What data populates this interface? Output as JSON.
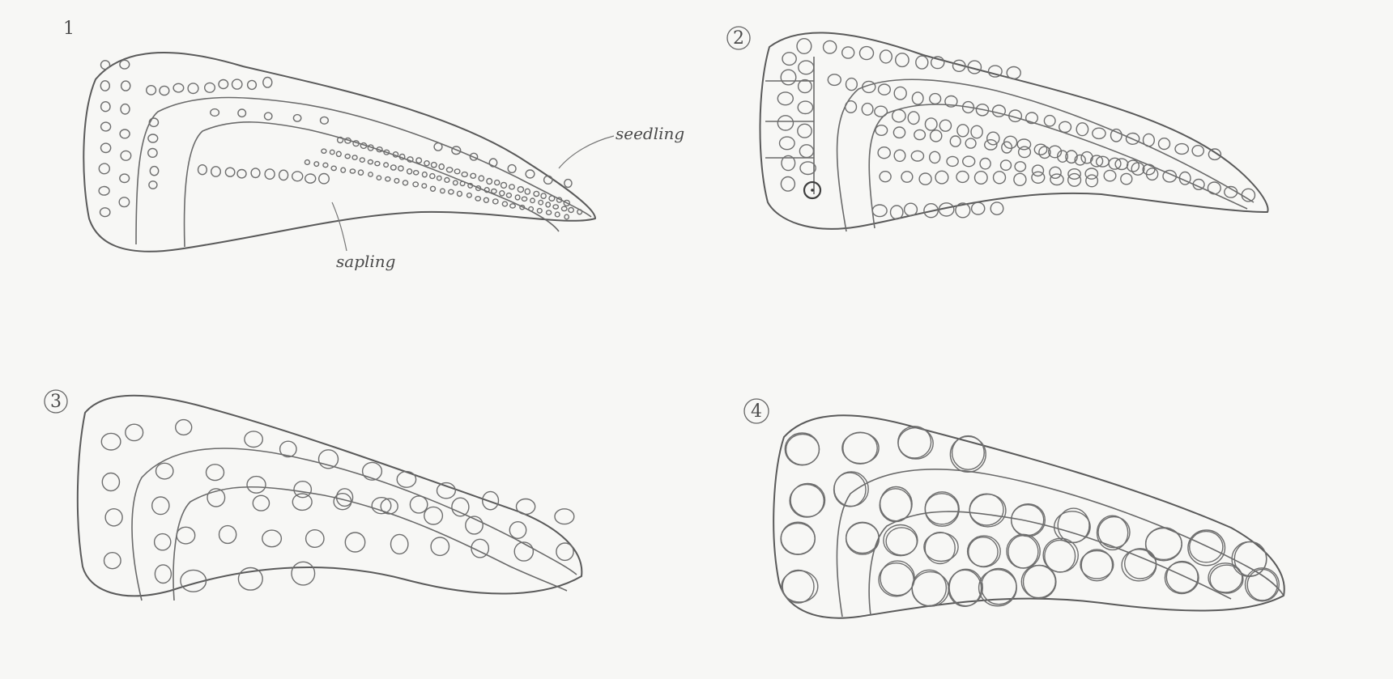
{
  "panels": [
    {
      "number": "1",
      "labels": {
        "seedling": "seedling",
        "sapling": "sapling"
      }
    },
    {
      "number": "2"
    },
    {
      "number": "3"
    },
    {
      "number": "4"
    }
  ],
  "stages": [
    {
      "tree_size": "tiny",
      "density": "very high"
    },
    {
      "tree_size": "small",
      "density": "high"
    },
    {
      "tree_size": "medium",
      "density": "medium"
    },
    {
      "tree_size": "large",
      "density": "overlapping"
    }
  ],
  "colors": {
    "paper": "#f7f7f5",
    "pencil": "#5a5a5a"
  }
}
